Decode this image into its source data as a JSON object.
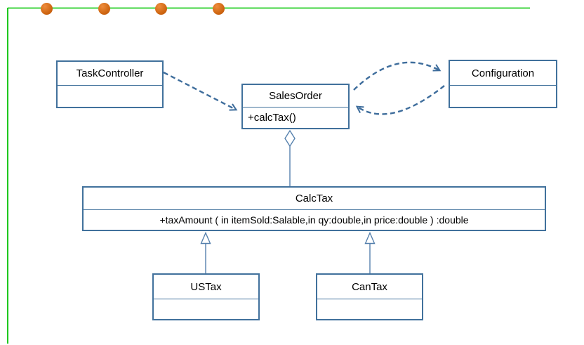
{
  "colors": {
    "box_border": "#41719C",
    "connector_dashed": "#3E6D9C",
    "connector_solid": "#5580AD",
    "green_line_horizontal": "#86E586",
    "green_line_vertical": "#1EC81E",
    "edit_handle": "#D06712",
    "text": "#000000",
    "background": "#FFFFFF"
  },
  "frame": {
    "edit_handle_count": 4
  },
  "classes": {
    "task_controller": {
      "name": "TaskController"
    },
    "sales_order": {
      "name": "SalesOrder",
      "operation": "+calcTax()"
    },
    "configuration": {
      "name": "Configuration"
    },
    "calc_tax": {
      "name": "CalcTax",
      "operation": "+taxAmount ( in itemSold:Salable,in qy:double,in price:double ) :double"
    },
    "us_tax": {
      "name": "USTax"
    },
    "can_tax": {
      "name": "CanTax"
    }
  },
  "relationships": [
    {
      "from": "TaskController",
      "to": "SalesOrder",
      "type": "dashed-dependency-arrow"
    },
    {
      "from": "SalesOrder",
      "to": "Configuration",
      "type": "dashed-dependency-arrow-curved"
    },
    {
      "from": "Configuration",
      "to": "SalesOrder",
      "type": "dashed-dependency-arrow-curved"
    },
    {
      "from": "SalesOrder",
      "to": "CalcTax",
      "type": "aggregation-open-diamond"
    },
    {
      "from": "USTax",
      "to": "CalcTax",
      "type": "generalization-open-triangle"
    },
    {
      "from": "CanTax",
      "to": "CalcTax",
      "type": "generalization-open-triangle"
    }
  ]
}
